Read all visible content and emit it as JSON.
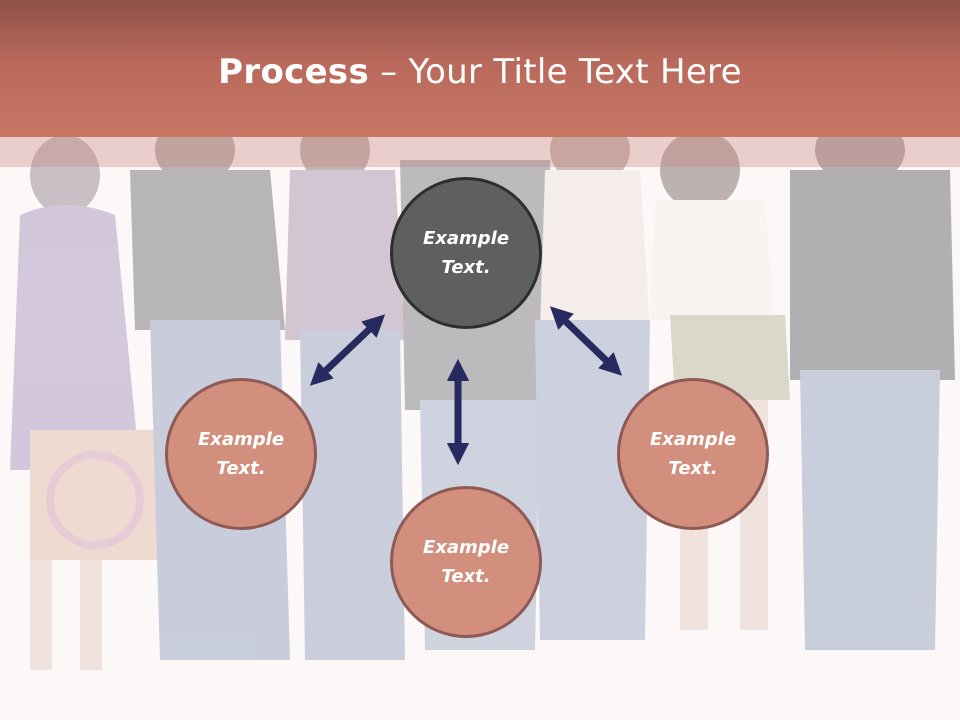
{
  "title": {
    "bold": "Process",
    "rest": " – Your Title Text Here"
  },
  "nodes": {
    "top": {
      "line1": "Example",
      "line2": "Text."
    },
    "left": {
      "line1": "Example",
      "line2": "Text."
    },
    "right": {
      "line1": "Example",
      "line2": "Text."
    },
    "bottom": {
      "line1": "Example",
      "line2": "Text."
    }
  },
  "colors": {
    "title_bar": "#b8695b",
    "center_circle": "#5f5f5f",
    "outer_circle": "#d38f7d",
    "arrow": "#262a5e"
  }
}
